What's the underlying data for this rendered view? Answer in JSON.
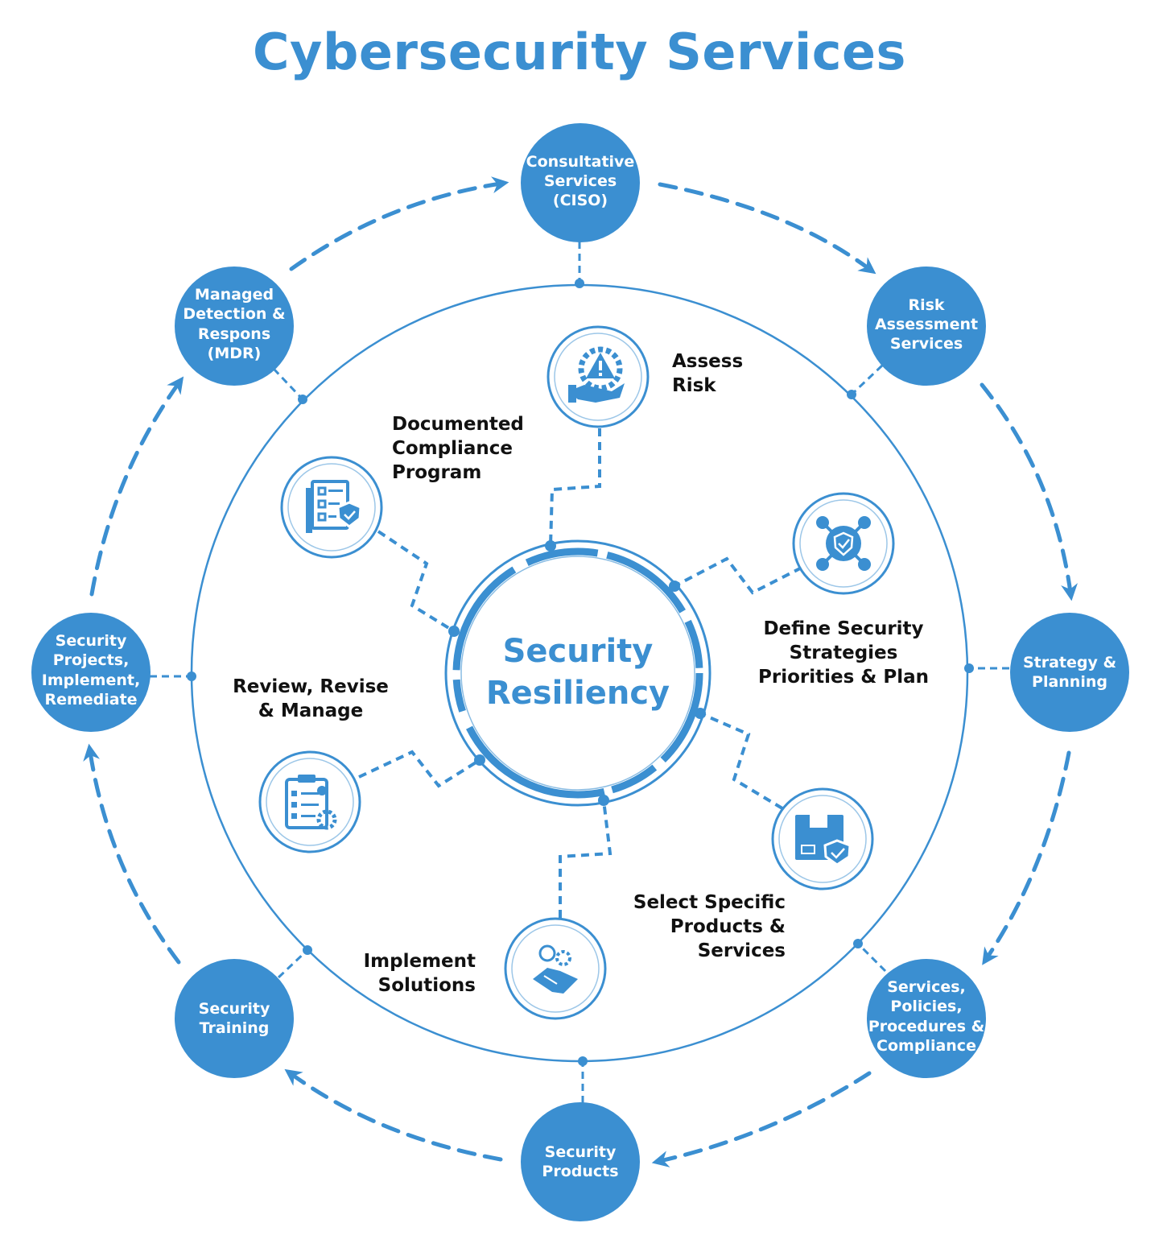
{
  "title": "Cybersecurity Services",
  "center": [
    "Security",
    "Resiliency"
  ],
  "colors": {
    "primary": "#3b8fd1",
    "text": "#111111",
    "background": "#ffffff"
  },
  "outer_nodes": [
    {
      "id": "consultative",
      "lines": [
        "Consultative",
        "Services",
        "(CISO)"
      ]
    },
    {
      "id": "risk-assessment",
      "lines": [
        "Risk",
        "Assessment",
        "Services"
      ]
    },
    {
      "id": "strategy-planning",
      "lines": [
        "Strategy &",
        "Planning"
      ]
    },
    {
      "id": "services-policies",
      "lines": [
        "Services,",
        "Policies,",
        "Procedures &",
        "Compliance"
      ]
    },
    {
      "id": "security-products",
      "lines": [
        "Security",
        "Products"
      ]
    },
    {
      "id": "security-training",
      "lines": [
        "Security",
        "Training"
      ]
    },
    {
      "id": "security-projects",
      "lines": [
        "Security",
        "Projects,",
        "Implement,",
        "Remediate"
      ]
    },
    {
      "id": "mdr",
      "lines": [
        "Managed",
        "Detection &",
        "Respons",
        "(MDR)"
      ]
    }
  ],
  "inner_steps": [
    {
      "id": "assess-risk",
      "icon": "gear-warning-hand-icon",
      "lines": [
        "Assess",
        "Risk"
      ]
    },
    {
      "id": "define-strategies",
      "icon": "shield-network-icon",
      "lines": [
        "Define Security",
        "Strategies",
        "Priorities & Plan"
      ]
    },
    {
      "id": "select-products",
      "icon": "box-shield-icon",
      "lines": [
        "Select Specific",
        "Products &",
        "Services"
      ]
    },
    {
      "id": "implement-solutions",
      "icon": "handshake-idea-icon",
      "lines": [
        "Implement",
        "Solutions"
      ]
    },
    {
      "id": "review-manage",
      "icon": "clipboard-checklist-gear-icon",
      "lines": [
        "Review, Revise",
        "& Manage"
      ]
    },
    {
      "id": "compliance-program",
      "icon": "checklist-shield-icon",
      "lines": [
        "Documented",
        "Compliance",
        "Program"
      ]
    }
  ]
}
